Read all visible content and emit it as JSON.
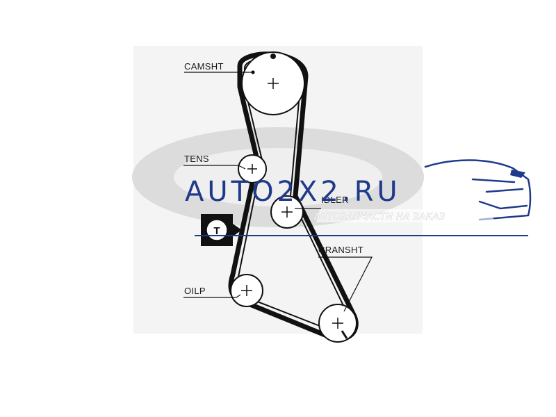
{
  "diagram": {
    "labels": {
      "camshaft": "CAMSHT",
      "tensioner": "TENS",
      "idler": "IDLER",
      "crankshaft": "CRANSHT",
      "oil_pump": "OILP",
      "timing_mark": "T"
    }
  },
  "watermark": {
    "brand": "AUTO2X2.RU",
    "slogan": "АВТОЗАПЧАСТИ НА ЗАКАЗ",
    "color": "#1f3a8a"
  },
  "colors": {
    "belt": "#111111",
    "logo_ghost": "#d6d6d6",
    "brand_blue": "#1f3a8a"
  }
}
